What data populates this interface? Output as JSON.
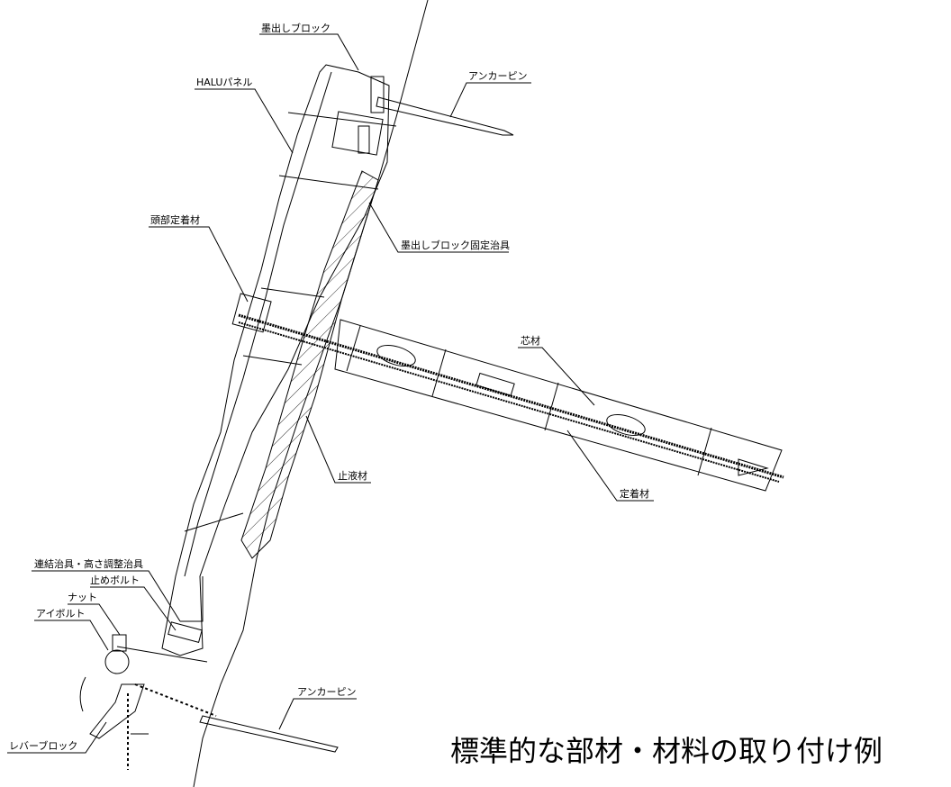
{
  "labels": {
    "marking_block": "墨出しブロック",
    "anchor_pin_top": "アンカーピン",
    "halu_panel": "HALUパネル",
    "marking_block_fixture": "墨出しブロック固定治具",
    "head_anchor": "頭部定着材",
    "core_material": "芯材",
    "sealing_material": "止液材",
    "anchoring_material": "定着材",
    "connecting_fixture": "連結治具・高さ調整治具",
    "stop_bolt": "止めボルト",
    "nut": "ナット",
    "eye_bolt": "アイボルト",
    "anchor_pin_bottom": "アンカーピン",
    "lever_block": "レバーブロック"
  },
  "title": "標準的な部材・材料の取り付け例"
}
